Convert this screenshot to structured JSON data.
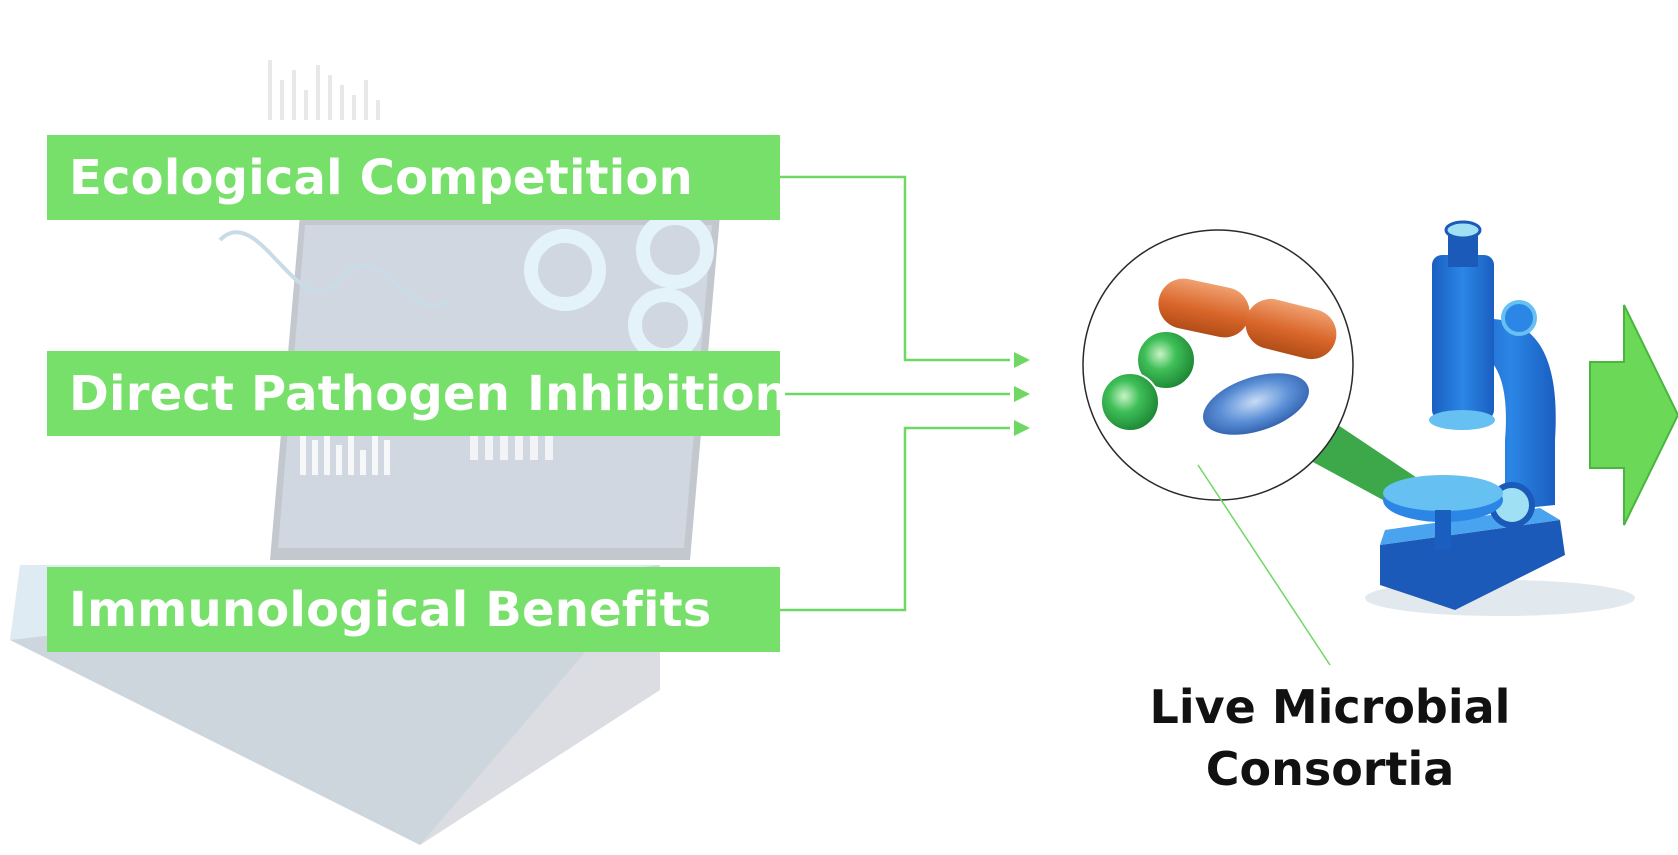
{
  "mechanisms": [
    {
      "label": "Ecological Competition"
    },
    {
      "label": "Direct Pathogen Inhibition"
    },
    {
      "label": "Immunological Benefits"
    }
  ],
  "product": {
    "label_line1": "Live Microbial",
    "label_line2": "Consortia"
  },
  "colors": {
    "box_green": "#77e06a",
    "connector_green": "#6fd864",
    "arrow_green": "#6cd857",
    "microscope_blue": "#1f6fd1",
    "rod_bacteria": "#d9662a",
    "coccus_bacteria": "#2fae4a",
    "oval_bacteria": "#3a6fc2"
  },
  "icons": [
    "laptop-dashboard-illustration",
    "bacteria-magnifier-icon",
    "microscope-icon",
    "right-arrow-icon"
  ]
}
